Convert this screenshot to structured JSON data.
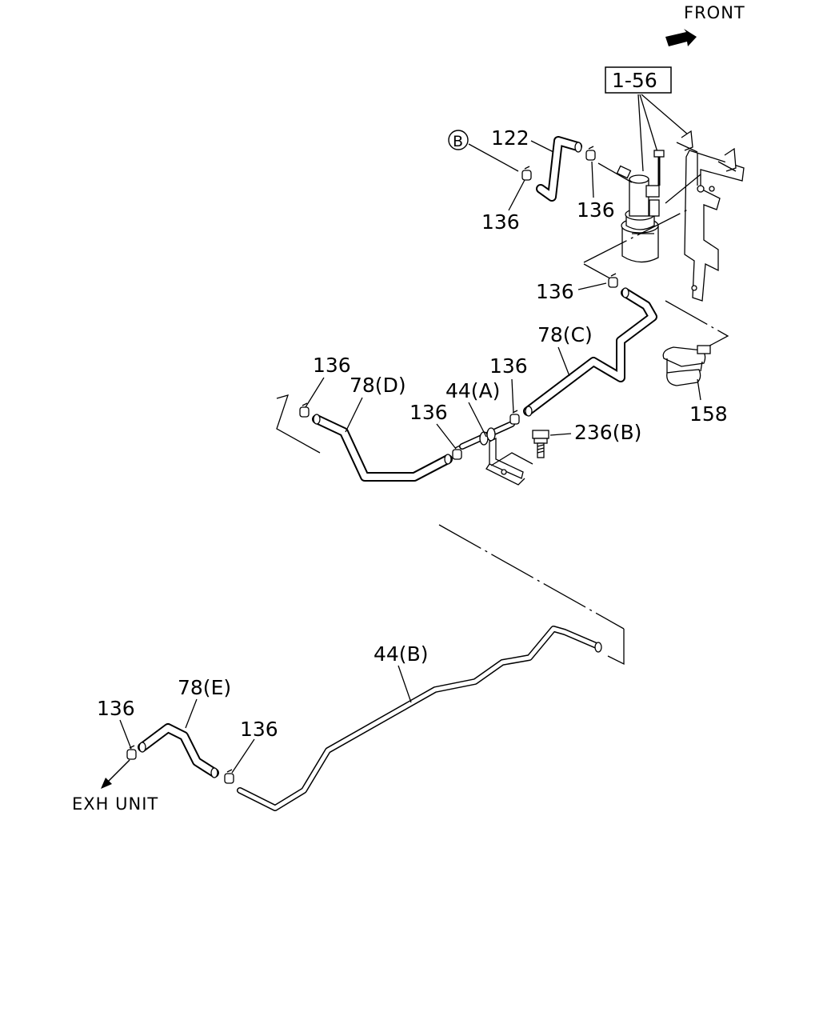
{
  "direction": {
    "front_label": "FRONT"
  },
  "assembly_box": {
    "label": "1-56"
  },
  "reference_marker": {
    "letter": "B"
  },
  "callouts": {
    "hose_122": "122",
    "clamp_136_b_side": "136",
    "clamp_136_canister": "136",
    "clamp_136_upper_right": "136",
    "hose_78_c": "78(C)",
    "clamp_136_left_end": "136",
    "hose_78_d": "78(D)",
    "pipe_44_a": "44(A)",
    "clamp_136_pipe_a_right": "136",
    "clamp_136_pipe_a_left": "136",
    "bolt_236_b": "236(B)",
    "clamp_158": "158",
    "pipe_44_b": "44(B)",
    "hose_78_e": "78(E)",
    "clamp_136_exh": "136",
    "clamp_136_lower_mid": "136"
  },
  "exhaust_target": {
    "label": "EXH UNIT"
  }
}
